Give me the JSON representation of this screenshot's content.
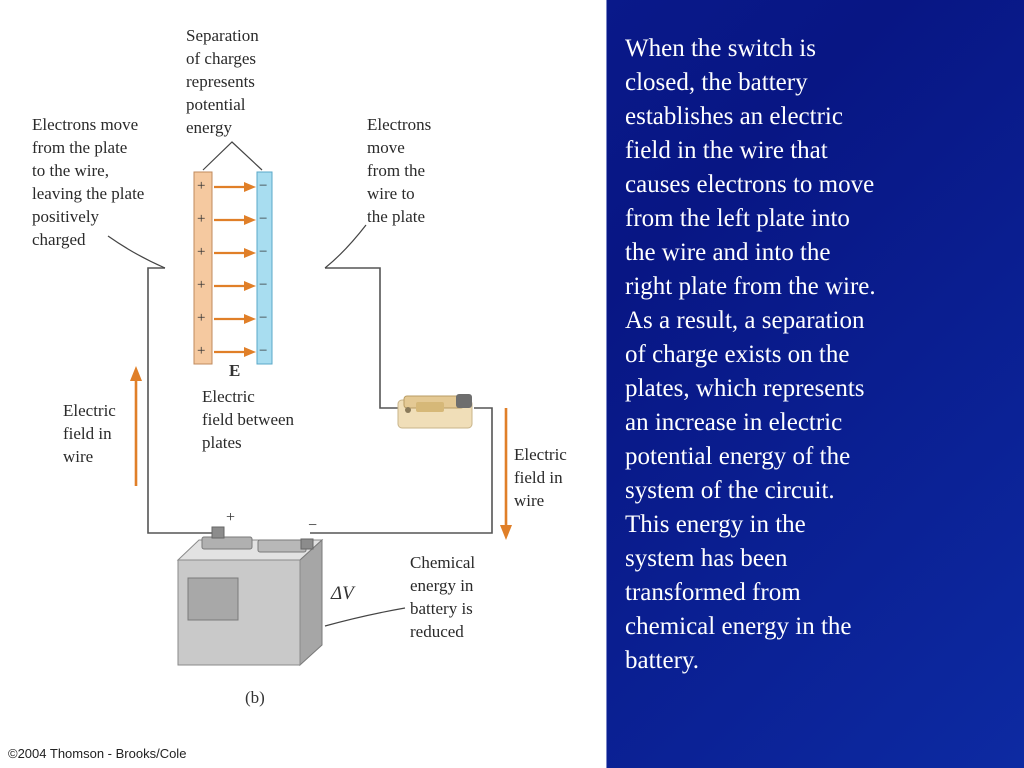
{
  "figure": {
    "labels": {
      "separation": "Separation\nof charges\nrepresents\npotential\nenergy",
      "electrons_leave": "Electrons move\nfrom the plate\nto the wire,\nleaving the plate\npositively\ncharged",
      "electrons_enter": "Electrons\nmove\nfrom the\nwire to\nthe plate",
      "field_between": "Electric\nfield between\nplates",
      "field_wire_left": "Electric\nfield in\nwire",
      "field_wire_right": "Electric\nfield in\nwire",
      "chemical": "Chemical\nenergy in\nbattery is\nreduced"
    },
    "symbols": {
      "field": "E",
      "delta_v": "ΔV",
      "battery_plus": "+",
      "battery_minus": "−",
      "plate_plus": "+",
      "plate_minus": "−",
      "part": "(b)"
    },
    "colors": {
      "positive_plate": "#f5c9a0",
      "negative_plate": "#a8ddf0",
      "field_arrow": "#e07f28",
      "wire": "#555555",
      "battery_body": "#c8c8c8",
      "switch": "#f0deb8"
    },
    "copyright": "©2004 Thomson - Brooks/Cole"
  },
  "description": "When the switch is\nclosed, the battery\nestablishes an electric\nfield in the wire that\ncauses electrons to move\nfrom the left plate into\nthe wire and into the\nright plate from the wire.\nAs a result, a separation\nof charge exists on the\nplates, which represents\nan increase in electric\npotential energy of the\nsystem of the circuit.\nThis energy in the\nsystem has been\ntransformed from\nchemical energy in the\nbattery."
}
